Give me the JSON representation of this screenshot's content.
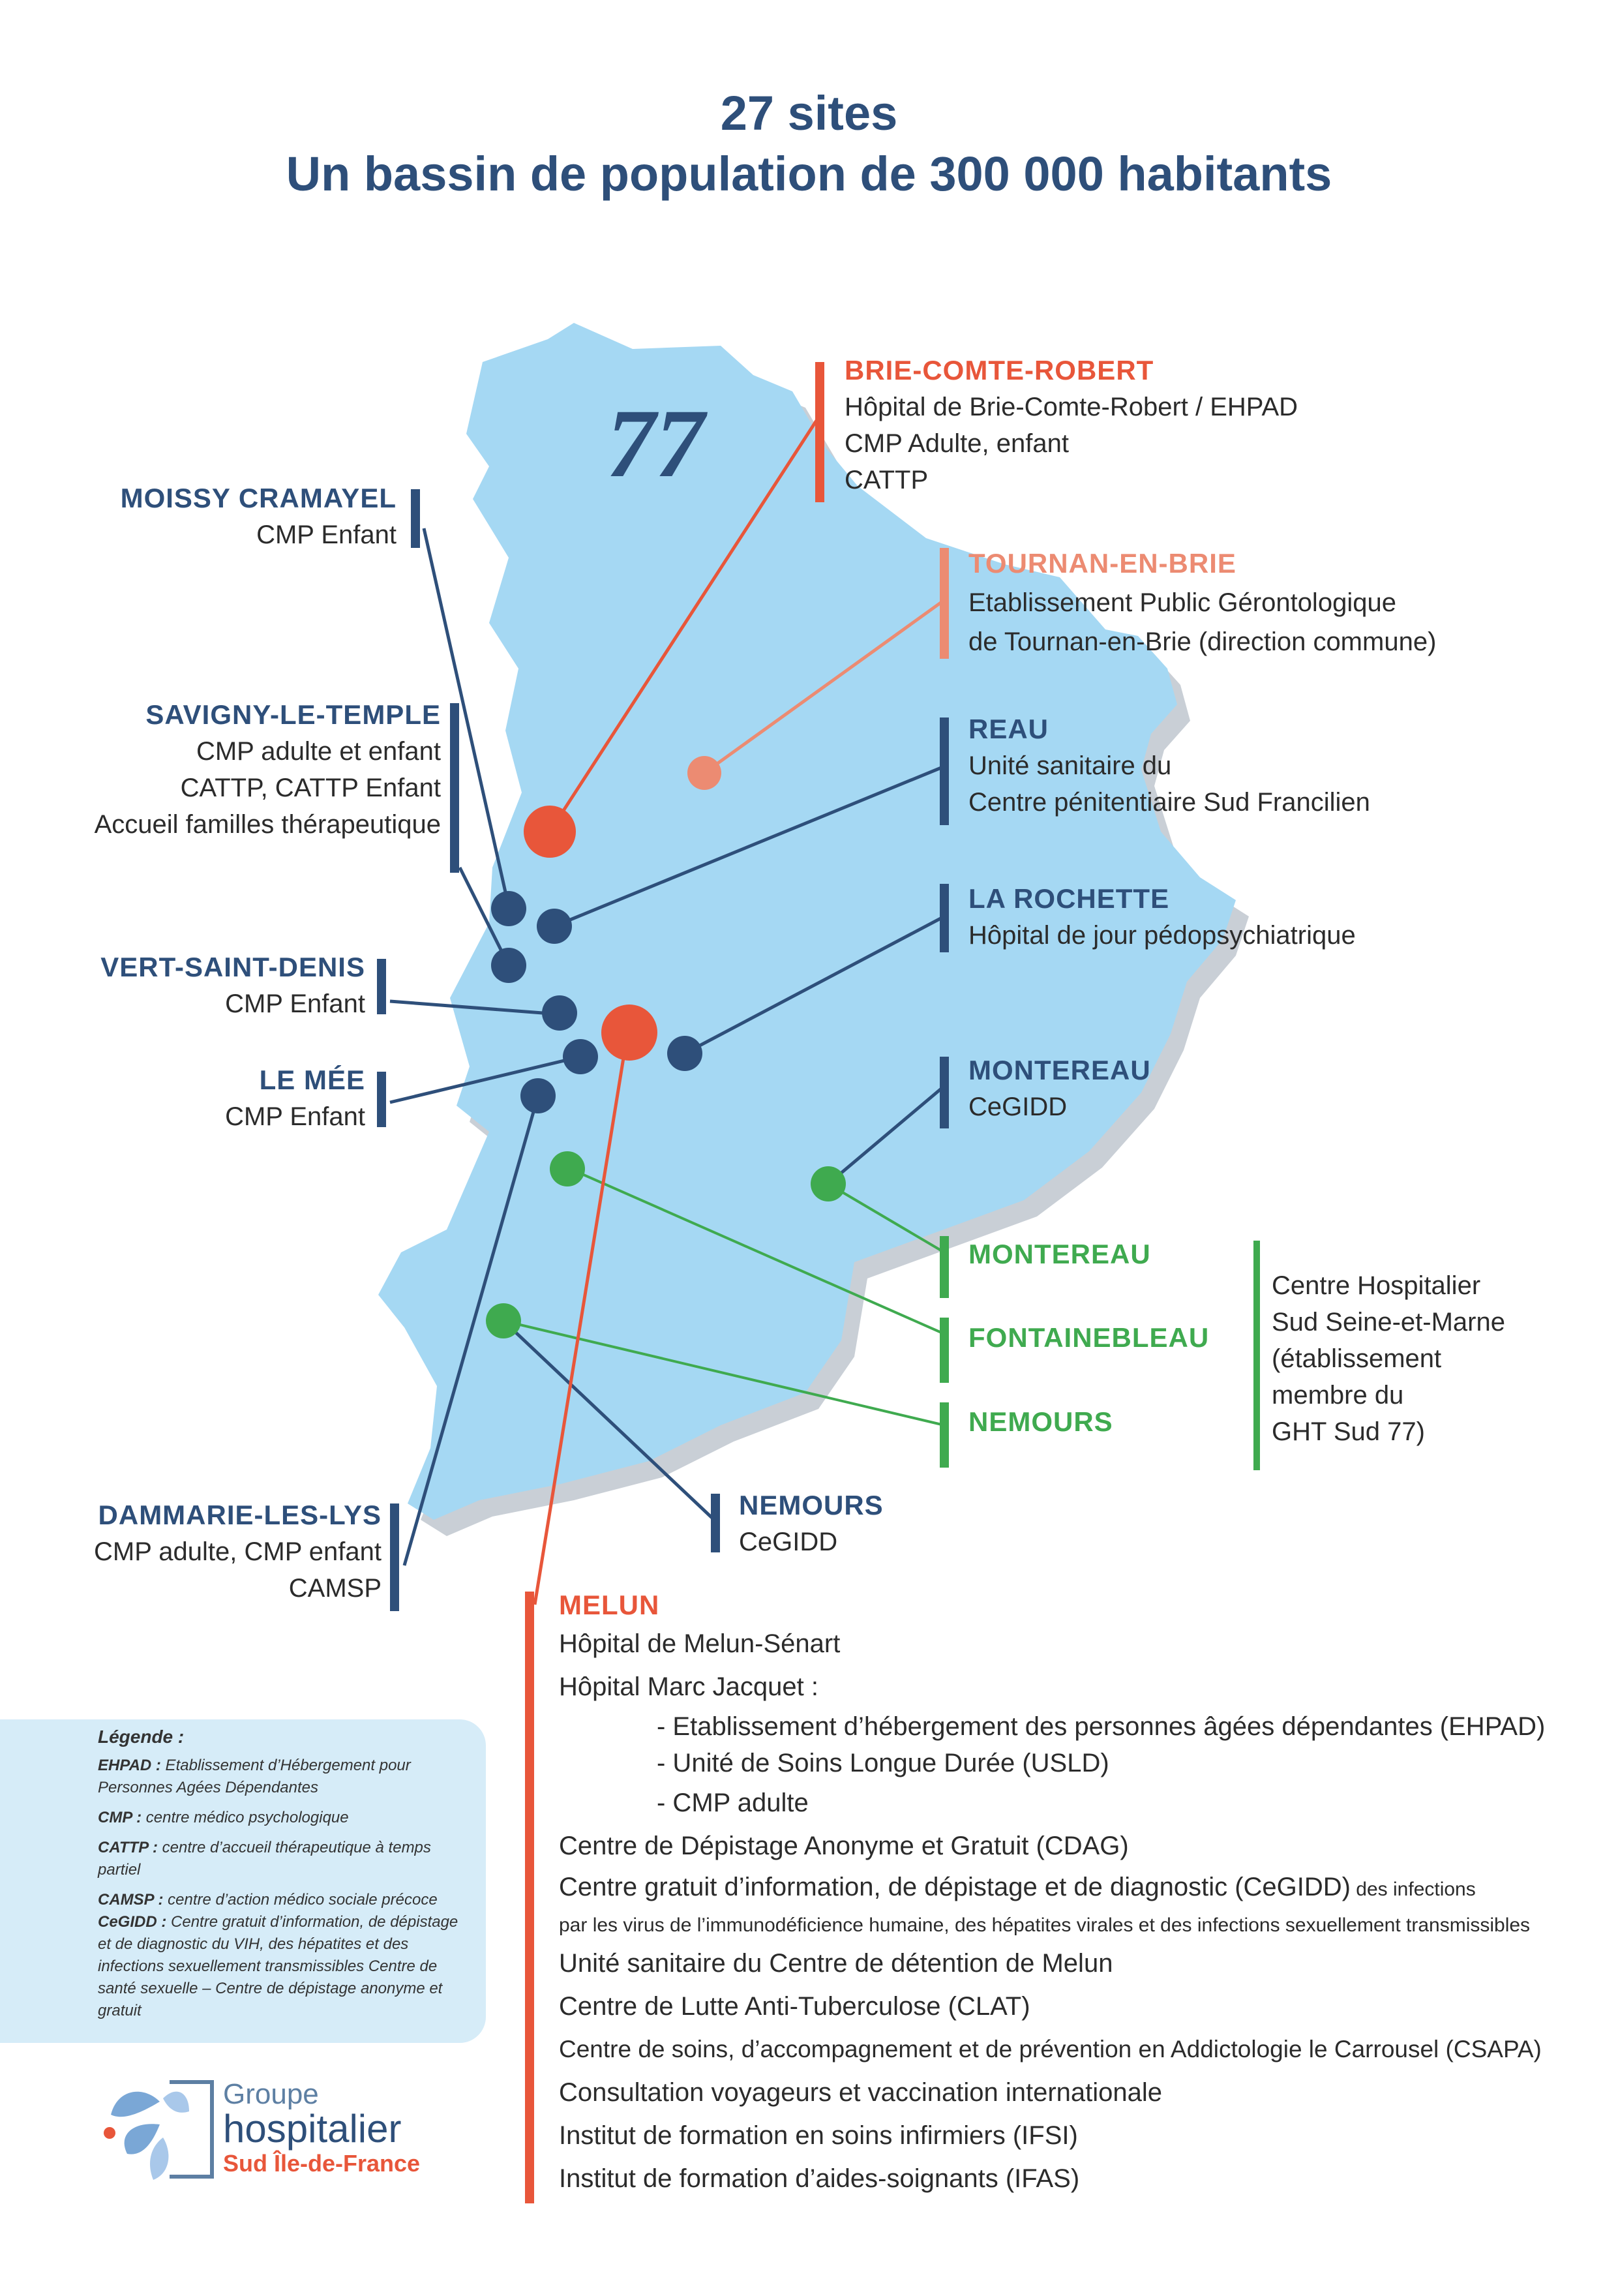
{
  "title": {
    "line1": "27 sites",
    "line2": "Un bassin de population de 300 000 habitants"
  },
  "map": {
    "department_number": "77",
    "colors": {
      "land": "#a5d8f3",
      "shadow": "#c9cfd6",
      "navy": "#2e4f7a",
      "red": "#e8563a",
      "salmon": "#ec8b72",
      "green": "#3faa4f"
    }
  },
  "sites": {
    "brie": {
      "name": "BRIE-COMTE-ROBERT",
      "l1": "Hôpital de Brie-Comte-Robert / EHPAD",
      "l2": "CMP Adulte, enfant",
      "l3": "CATTP"
    },
    "tournan": {
      "name": "TOURNAN-EN-BRIE",
      "l1": "Etablissement Public Gérontologique",
      "l2": "de Tournan-en-Brie (direction commune)"
    },
    "reau": {
      "name": "REAU",
      "l1": "Unité sanitaire du",
      "l2": "Centre pénitentiaire Sud Francilien"
    },
    "rochette": {
      "name": "LA ROCHETTE",
      "l1": "Hôpital de jour pédopsychiatrique"
    },
    "montereau_cegidd": {
      "name": "MONTEREAU",
      "l1": "CeGIDD"
    },
    "montereau_green": {
      "name": "MONTEREAU"
    },
    "fontainebleau": {
      "name": "FONTAINEBLEAU"
    },
    "nemours_green": {
      "name": "NEMOURS"
    },
    "chssm": {
      "l1": "Centre Hospitalier",
      "l2": "Sud Seine-et-Marne",
      "l3": "(établissement",
      "l4": "membre du",
      "l5": "GHT Sud 77)"
    },
    "moissy": {
      "name": "MOISSY CRAMAYEL",
      "l1": "CMP Enfant"
    },
    "savigny": {
      "name": "SAVIGNY-LE-TEMPLE",
      "l1": "CMP adulte et enfant",
      "l2": "CATTP, CATTP Enfant",
      "l3": "Accueil familles thérapeutique"
    },
    "vert": {
      "name": "VERT-SAINT-DENIS",
      "l1": "CMP Enfant"
    },
    "lemee": {
      "name": "LE MÉE",
      "l1": "CMP Enfant"
    },
    "dammarie": {
      "name": "DAMMARIE-LES-LYS",
      "l1": "CMP adulte, CMP enfant",
      "l2": "CAMSP"
    },
    "nemours_cegidd": {
      "name": "NEMOURS",
      "l1": "CeGIDD"
    },
    "melun": {
      "name": "MELUN",
      "l1": "Hôpital de Melun-Sénart",
      "l2": "Hôpital Marc Jacquet :",
      "l3": "- Etablissement d’hébergement des personnes âgées dépendantes (EHPAD)",
      "l4": "- Unité de Soins Longue Durée (USLD)",
      "l5": "- CMP adulte",
      "l6": "Centre de Dépistage Anonyme et Gratuit (CDAG)",
      "l7": "Centre gratuit d’information, de dépistage et de diagnostic (CeGIDD)",
      "l7b": " des infections",
      "l8": "par les virus de l’immunodéficience humaine, des hépatites virales et des infections sexuellement transmissibles",
      "l9": "Unité sanitaire du Centre de détention de Melun",
      "l10": "Centre de Lutte Anti-Tuberculose (CLAT)",
      "l11": "Centre de soins, d’accompagnement et de prévention en Addictologie le Carrousel (CSAPA)",
      "l12": "Consultation voyageurs et vaccination internationale",
      "l13": "Institut de formation en soins infirmiers (IFSI)",
      "l14": "Institut de formation d’aides-soignants (IFAS)"
    }
  },
  "legend": {
    "title": "Légende :",
    "ehpad_k": "EHPAD :",
    "ehpad_v": " Etablissement d’Hébergement pour Personnes Agées Dépendantes",
    "cmp_k": "CMP :",
    "cmp_v": " centre médico psychologique",
    "cattp_k": "CATTP :",
    "cattp_v": " centre d’accueil thérapeutique à temps partiel",
    "camsp_k": "CAMSP :",
    "camsp_v": " centre d’action médico sociale précoce",
    "cegidd_k": "CeGIDD :",
    "cegidd_v": "  Centre gratuit d’information, de dépistage et de diagnostic du VIH, des hépatites et des infections sexuellement transmissibles Centre de santé sexuelle – Centre de dépistage anonyme et gratuit"
  },
  "logo": {
    "l1": "Groupe",
    "l2": "hospitalier",
    "l3": "Sud Île-de-France"
  }
}
